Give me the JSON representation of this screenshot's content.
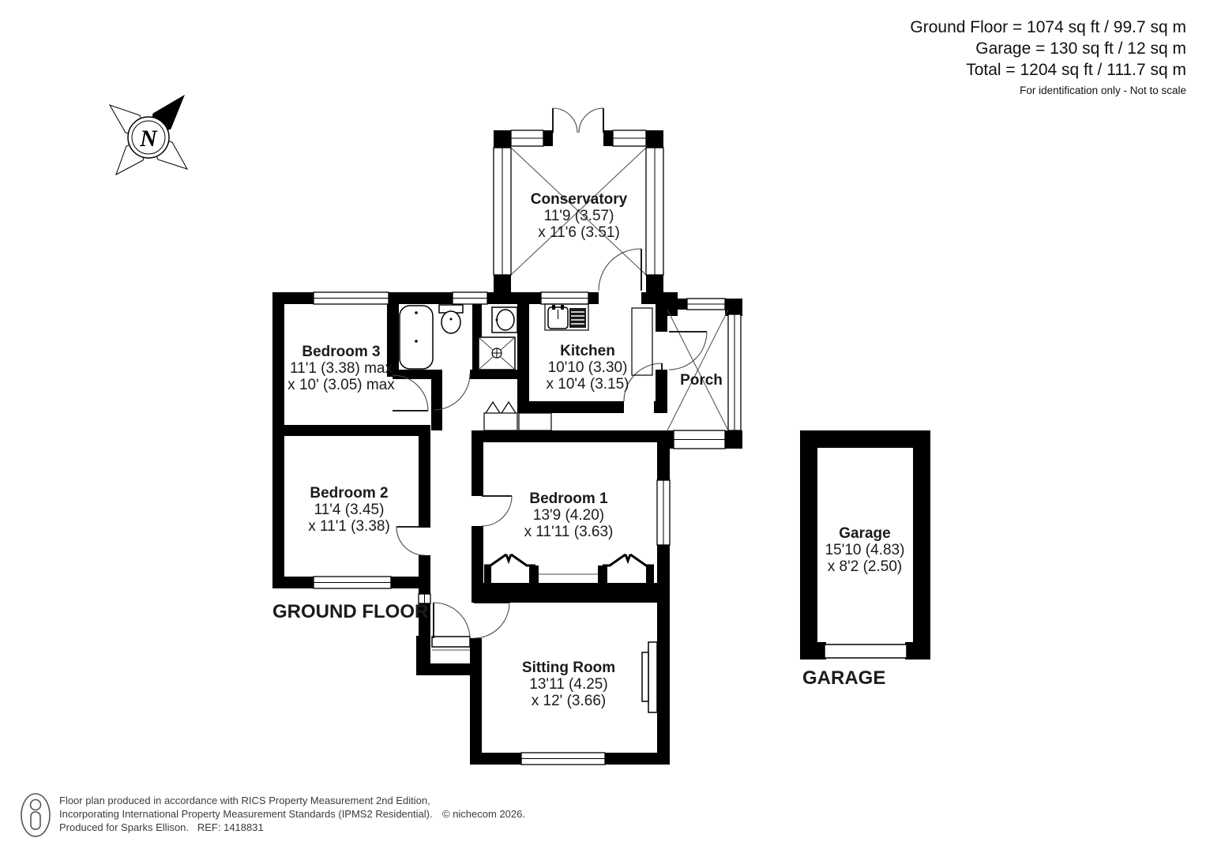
{
  "header": {
    "line1": "Ground Floor = 1074 sq ft / 99.7 sq m",
    "line2": "Garage = 130 sq ft / 12 sq m",
    "line3": "Total = 1204 sq ft / 111.7 sq m",
    "note": "For identification only - Not to scale"
  },
  "compass": {
    "north_label": "N"
  },
  "floorplan": {
    "title": "GROUND FLOOR",
    "rooms": {
      "conservatory": {
        "name": "Conservatory",
        "dim1": "11'9 (3.57)",
        "dim2": "x 11'6 (3.51)"
      },
      "kitchen": {
        "name": "Kitchen",
        "dim1": "10'10 (3.30)",
        "dim2": "x 10'4 (3.15)"
      },
      "porch": {
        "name": "Porch"
      },
      "bedroom3": {
        "name": "Bedroom 3",
        "dim1": "11'1 (3.38) max",
        "dim2": "x 10' (3.05) max"
      },
      "bedroom2": {
        "name": "Bedroom 2",
        "dim1": "11'4 (3.45)",
        "dim2": "x 11'1 (3.38)"
      },
      "bedroom1": {
        "name": "Bedroom 1",
        "dim1": "13'9 (4.20)",
        "dim2": "x 11'11 (3.63)"
      },
      "sitting_room": {
        "name": "Sitting Room",
        "dim1": "13'11 (4.25)",
        "dim2": "x 12' (3.66)"
      }
    }
  },
  "garage_block": {
    "title": "GARAGE",
    "room": {
      "name": "Garage",
      "dim1": "15'10 (4.83)",
      "dim2": "x 8'2 (2.50)"
    }
  },
  "footer": {
    "line1": "Floor plan produced in accordance with RICS Property Measurement 2nd Edition,",
    "line2": "Incorporating International Property Measurement Standards (IPMS2 Residential).",
    "copyright": "© nichecom 2026.",
    "line3": "Produced for Sparks Ellison.   REF: 1418831"
  },
  "colors": {
    "wall": "#000000",
    "background": "#ffffff",
    "detail_line": "#4a4a4a"
  }
}
